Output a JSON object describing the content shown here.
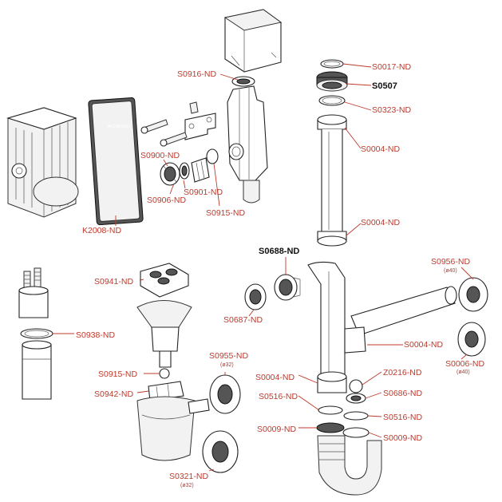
{
  "labels": {
    "S0916": "S0916-ND",
    "S0017": "S0017-ND",
    "S0507": "S0507",
    "S0323": "S0323-ND",
    "S0004a": "S0004-ND",
    "S0900": "S0900-ND",
    "S0901": "S0901-ND",
    "S0906": "S0906-ND",
    "S0915a": "S0915-ND",
    "K2008": "K2008-ND",
    "S0004b": "S0004-ND",
    "S0688": "S0688-ND",
    "S0956": "S0956-ND",
    "S0956sub": "(ø40)",
    "S0941": "S0941-ND",
    "S0687": "S0687-ND",
    "S0938": "S0938-ND",
    "S0004c": "S0004-ND",
    "S0006": "S0006-ND",
    "S0006sub": "(ø40)",
    "S0955": "S0955-ND",
    "S0955sub": "(ø32)",
    "S0915b": "S0915-ND",
    "S0004d": "S0004-ND",
    "Z0216": "Z0216-ND",
    "S0942": "S0942-ND",
    "S0516a": "S0516-ND",
    "S0686": "S0686-ND",
    "S0516b": "S0516-ND",
    "S0009a": "S0009-ND",
    "S0009b": "S0009-ND",
    "S0321": "S0321-ND",
    "S0321sub": "(ø32)"
  },
  "plate_brand": "ALCAPLAST",
  "colors": {
    "label": "#c0392b",
    "highlight_label": "#111111"
  }
}
